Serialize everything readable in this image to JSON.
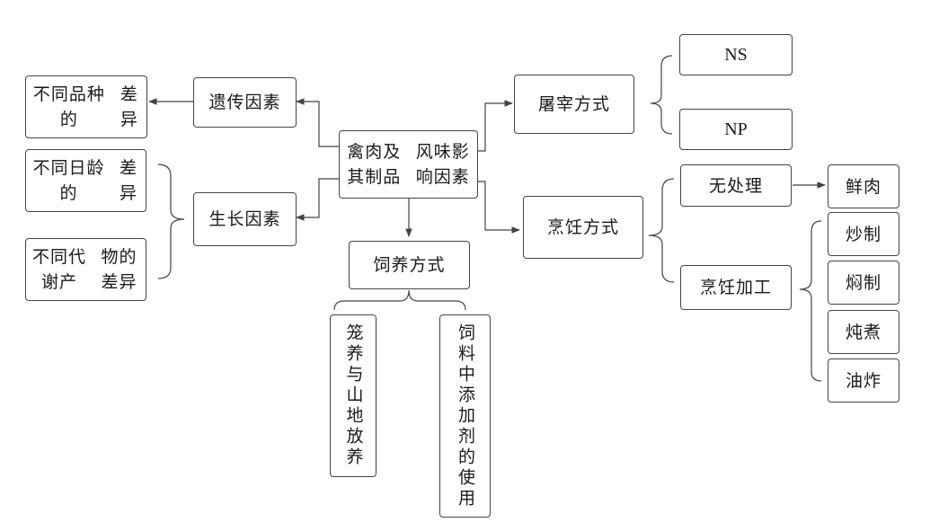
{
  "diagram": {
    "root": {
      "line1": "禽肉及其制品",
      "line2": "风味影响因素"
    },
    "genetic": {
      "label": "遗传因素",
      "child": {
        "line1": "不同品种的",
        "line2": "差异"
      }
    },
    "growth": {
      "label": "生长因素",
      "child_age": {
        "line1": "不同日龄的",
        "line2": "差异"
      },
      "child_metabolite": {
        "line1": "不同代谢产",
        "line2": "物的差异"
      }
    },
    "feeding": {
      "label": "饲养方式",
      "child_cage": "笼养与山地放养",
      "child_additive": "饲料中添加剂的使用"
    },
    "slaughter": {
      "label": "屠宰方式",
      "child_ns": "NS",
      "child_np": "NP"
    },
    "cooking": {
      "label": "烹饪方式",
      "no_treatment": "无处理",
      "fresh_meat": "鲜肉",
      "processing": "烹饪加工",
      "methods": [
        "炒制",
        "焖制",
        "炖煮",
        "油炸"
      ]
    }
  },
  "colors": {
    "line": "#444444",
    "text": "#1a1a1a",
    "background": "#ffffff"
  }
}
